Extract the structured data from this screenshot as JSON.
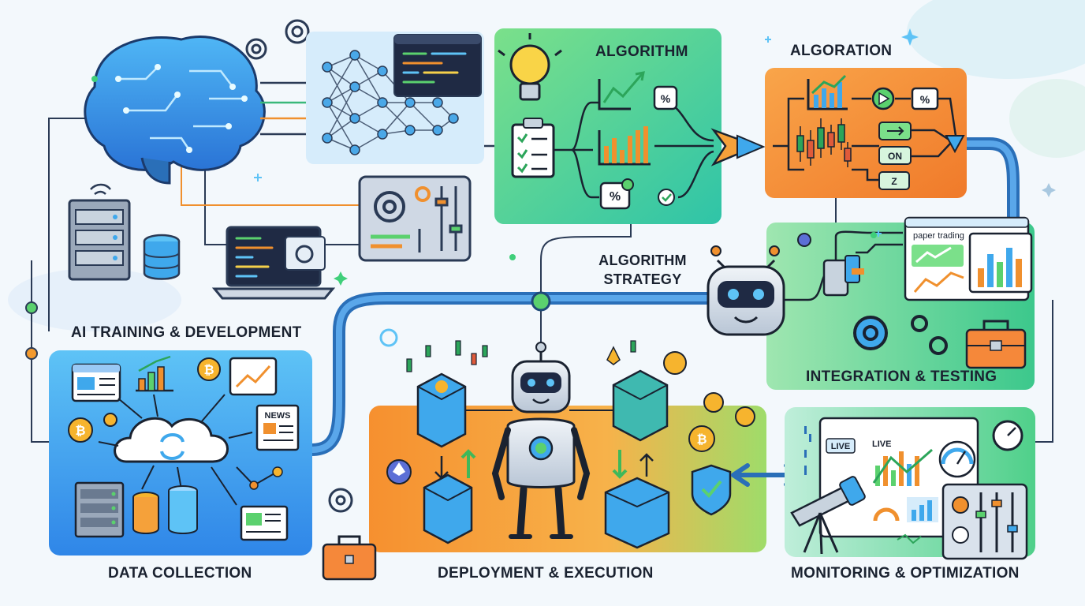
{
  "labels": {
    "algorithm": "ALGORITHM",
    "algoration": "ALGORATION",
    "algorithm_strategy_line1": "ALGORITHM",
    "algorithm_strategy_line2": "STRATEGY",
    "ai_training": "AI TRAINING & DEVELOPMENT",
    "integration_testing": "INTEGRATION & TESTING",
    "data_collection": "DATA COLLECTION",
    "deployment_execution": "DEPLOYMENT & EXECUTION",
    "monitoring_optimization": "MONITORING & OPTIMIZATION"
  },
  "widgets": {
    "news": "NEWS",
    "paper_trading": "paper trading",
    "on_button": "ON",
    "z_button": "Z",
    "live_badge": "LIVE",
    "live_title": "LIVE",
    "percent": "%"
  },
  "colors": {
    "blue_panel": "#3aa0f0",
    "green_panel": "#3fcf7a",
    "orange_panel": "#f58a34",
    "pipeline": "#2a6fb8",
    "ink": "#1a2230"
  },
  "icons": [
    "brain-icon",
    "neural-net-icon",
    "gear-icon",
    "server-icon",
    "database-icon",
    "laptop-icon",
    "lightbulb-icon",
    "clipboard-icon",
    "robot-icon",
    "cloud-sync-icon",
    "bitcoin-icon",
    "ethereum-icon",
    "shield-check-icon",
    "telescope-icon",
    "briefcase-icon",
    "gauge-icon",
    "sliders-icon",
    "building-icon"
  ]
}
